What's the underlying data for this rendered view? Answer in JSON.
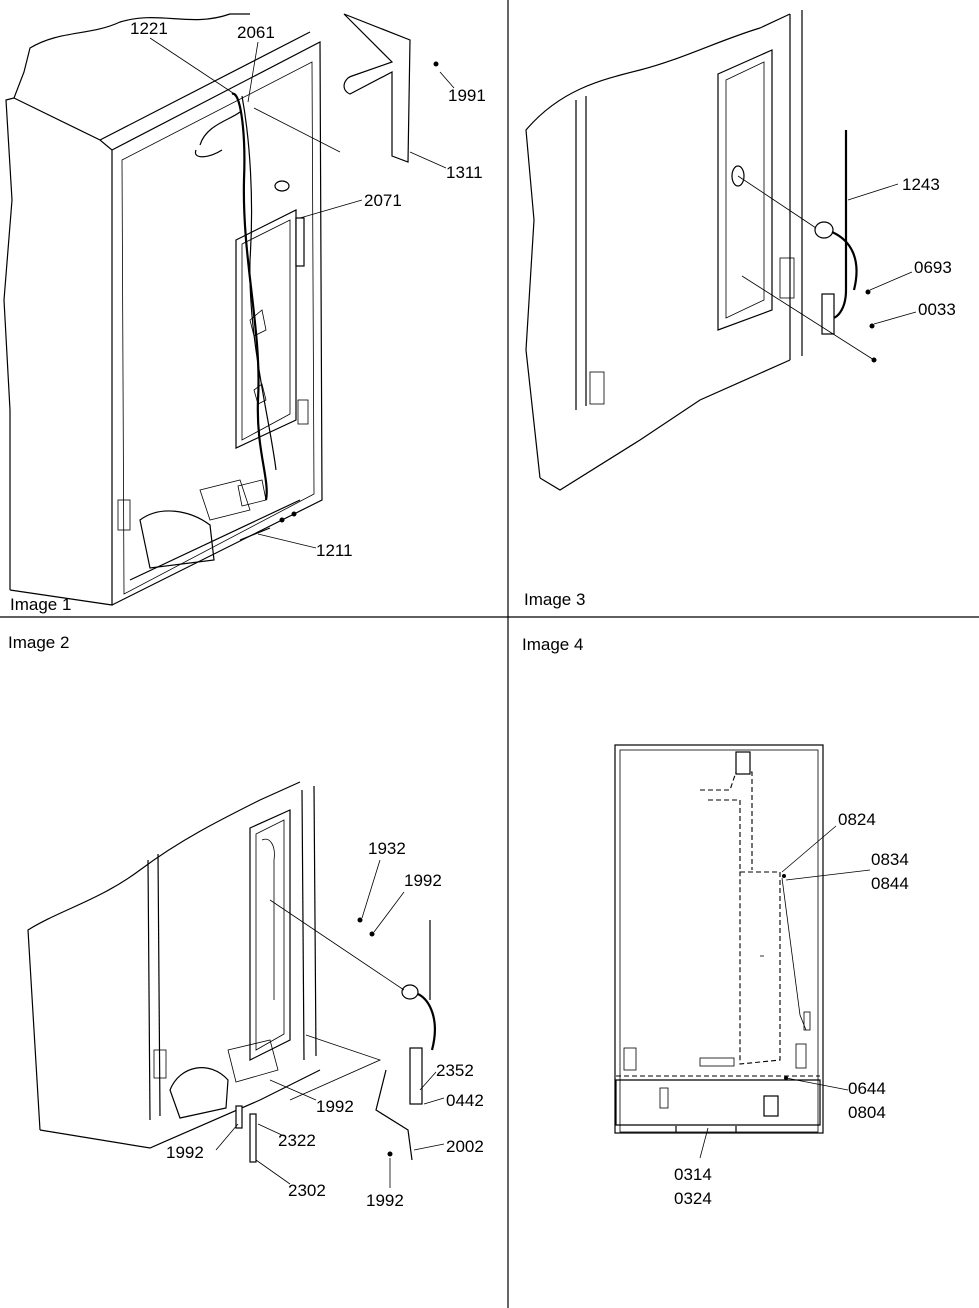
{
  "panels": {
    "image1": {
      "caption": "Image 1",
      "callouts": {
        "c1221": "1221",
        "c2061": "2061",
        "c1991": "1991",
        "c1311": "1311",
        "c2071": "2071",
        "c1211": "1211"
      }
    },
    "image2": {
      "caption": "Image 2",
      "callouts": {
        "c1932": "1932",
        "c1992a": "1992",
        "c1992b": "1992",
        "c1992c": "1992",
        "c1992d": "1992",
        "c2322": "2322",
        "c2302": "2302",
        "c2352": "2352",
        "c0442": "0442",
        "c2002": "2002"
      }
    },
    "image3": {
      "caption": "Image 3",
      "callouts": {
        "c1243": "1243",
        "c0693": "0693",
        "c0033": "0033"
      }
    },
    "image4": {
      "caption": "Image 4",
      "callouts": {
        "c0824": "0824",
        "c0834": "0834",
        "c0844": "0844",
        "c0644": "0644",
        "c0804": "0804",
        "c0314": "0314",
        "c0324": "0324"
      }
    }
  }
}
